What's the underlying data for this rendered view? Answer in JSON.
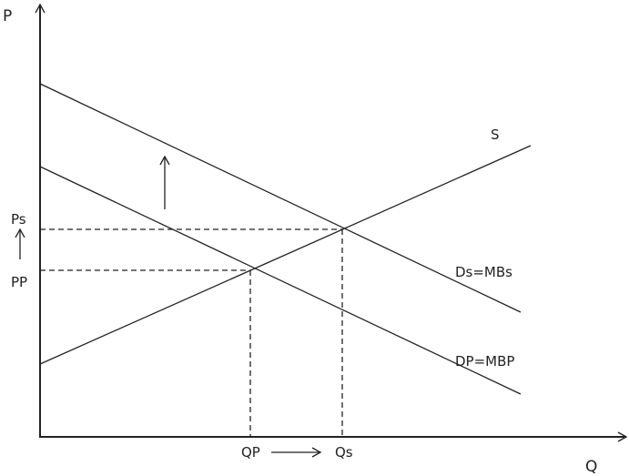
{
  "axes": {
    "y_label": "P",
    "x_label": "Q"
  },
  "curves": {
    "supply": "S",
    "social_demand": "Ds=MBs",
    "private_demand": "DP=MBP"
  },
  "prices": {
    "social": "Ps",
    "private": "PP"
  },
  "quantities": {
    "private": "QP",
    "social": "Qs"
  },
  "colors": {
    "line": "#222222"
  }
}
